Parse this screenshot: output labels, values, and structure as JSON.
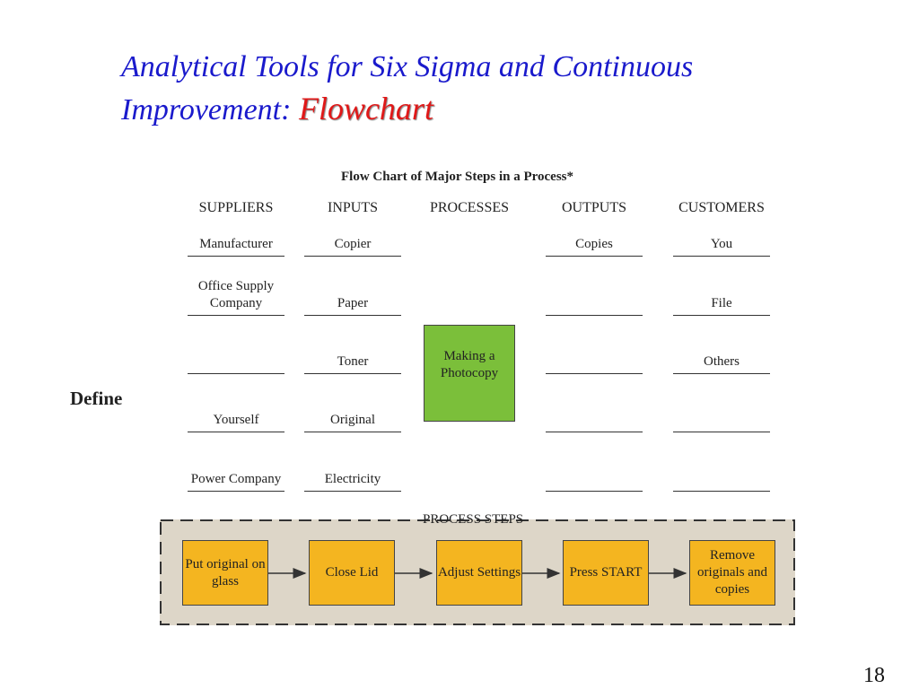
{
  "slide": {
    "title_main": "Analytical Tools for Six Sigma and Continuous Improvement: ",
    "title_highlight": "Flowchart",
    "page_number": "18"
  },
  "chart": {
    "title": "Flow Chart of Major Steps in a Process*",
    "columns": [
      "SUPPLIERS",
      "INPUTS",
      "PROCESSES",
      "OUTPUTS",
      "CUSTOMERS"
    ],
    "suppliers": [
      "Manufacturer",
      "Office Supply Company",
      "",
      "Yourself",
      "Power Company"
    ],
    "inputs": [
      "Copier",
      "Paper",
      "Toner",
      "Original",
      "Electricity"
    ],
    "process": "Making a Photocopy",
    "outputs": [
      "Copies",
      "",
      "",
      "",
      ""
    ],
    "customers": [
      "You",
      "File",
      "Others",
      "",
      ""
    ],
    "side_label": "Define",
    "steps_label": "PROCESS STEPS",
    "steps": [
      "Put original on glass",
      "Close Lid",
      "Adjust Settings",
      "Press START",
      "Remove originals and copies"
    ]
  },
  "colors": {
    "title": "#1a1acc",
    "title_highlight": "#e01818",
    "process_box": "#7bbf3a",
    "step_box": "#f4b520",
    "steps_panel": "#ddd6c8"
  }
}
